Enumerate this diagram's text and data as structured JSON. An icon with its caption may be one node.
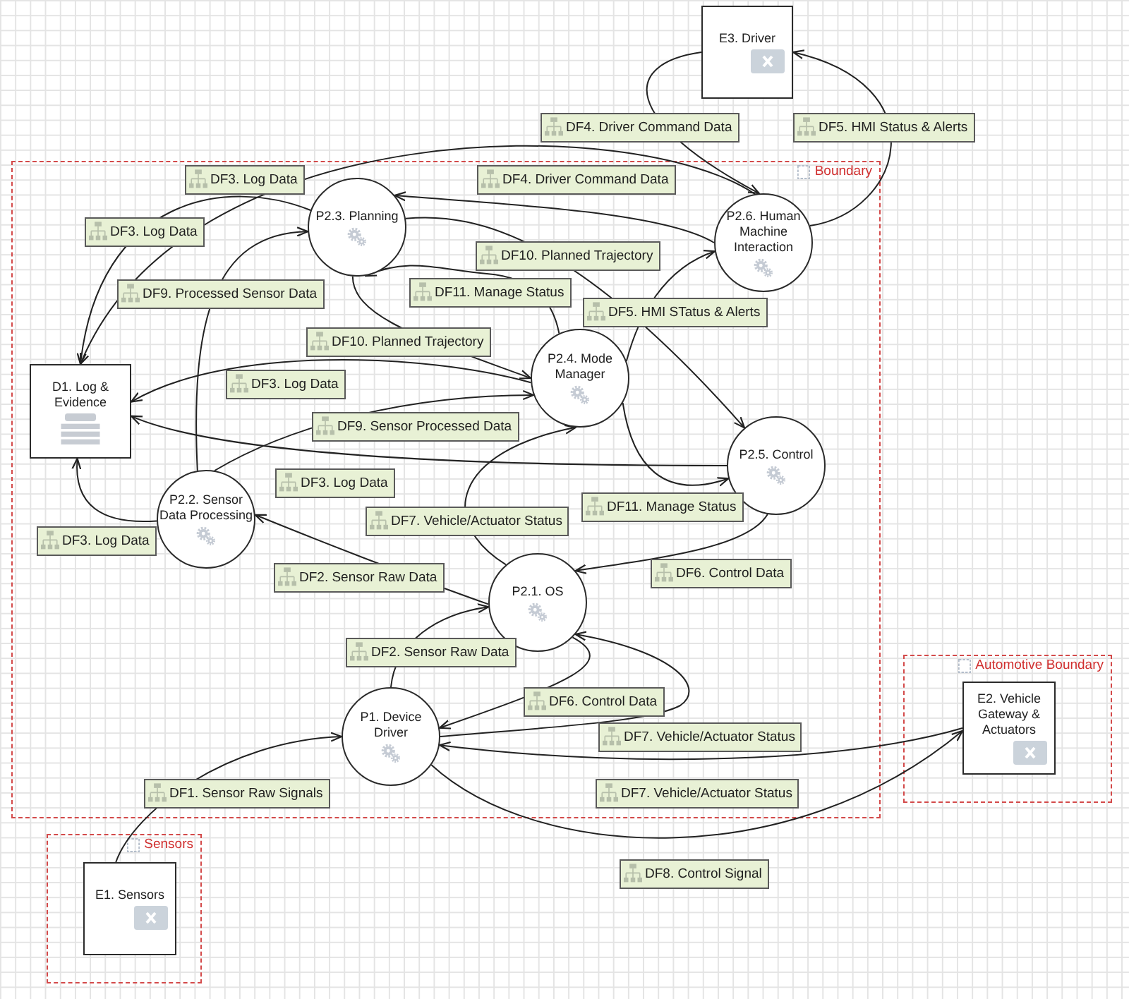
{
  "diagram": {
    "nodes": [
      {
        "text": [
          "E3. Driver"
        ]
      },
      {
        "text": [
          "Boundary"
        ]
      },
      {
        "text": [
          "P2.3. Planning"
        ],
        "in": 1
      },
      {
        "text": [
          "P2.6. Human Machine Interaction"
        ],
        "in": 1
      },
      {
        "text": [
          "D1. Log & Evidence"
        ],
        "in": 1
      },
      {
        "text": [
          "P2.4. Mode Manager"
        ],
        "in": 1
      },
      {
        "text": [
          "P2.5. Control"
        ],
        "in": 1
      },
      {
        "text": [
          "P2.2. Sensor Data Processing"
        ],
        "in": 1
      },
      {
        "text": [
          "P2.1. OS"
        ],
        "in": 1
      },
      {
        "text": [
          "P1. Device Driver"
        ],
        "in": 1
      },
      {
        "text": [
          "Automotive Boundary"
        ]
      },
      {
        "text": [
          "E2. Vehicle Gateway & Actuators"
        ],
        "in": 10
      },
      {
        "text": [
          "Sensors"
        ]
      },
      {
        "text": [
          "E1. Sensors"
        ],
        "in": 12
      }
    ],
    "edges": [
      {
        "from": 0,
        "to": 3,
        "arrow": "to",
        "label": "DF4. Driver Command Data"
      },
      {
        "from": 3,
        "to": 0,
        "arrow": "to",
        "label": "DF5. HMI Status & Alerts"
      },
      {
        "from": 3,
        "to": 4,
        "arrow": "to",
        "label": "DF3. Log Data"
      },
      {
        "from": 3,
        "to": 2,
        "arrow": "to",
        "label": "DF4. Driver Command Data"
      },
      {
        "from": 2,
        "to": 4,
        "arrow": "to",
        "label": "DF3. Log Data"
      },
      {
        "from": 2,
        "to": 6,
        "arrow": "to",
        "label": "DF10. Planned Trajectory"
      },
      {
        "from": 7,
        "to": 2,
        "arrow": "to",
        "label": "DF9. Processed Sensor Data"
      },
      {
        "from": 5,
        "to": 2,
        "arrow": "to",
        "label": "DF11. Manage Status"
      },
      {
        "from": 5,
        "to": 3,
        "arrow": "to",
        "label": "DF5. HMI STatus & Alerts"
      },
      {
        "from": 2,
        "to": 5,
        "arrow": "to",
        "label": "DF10. Planned Trajectory"
      },
      {
        "from": 5,
        "to": 4,
        "arrow": "to",
        "label": "DF3. Log Data"
      },
      {
        "from": 7,
        "to": 5,
        "arrow": "to",
        "label": "DF9. Sensor Processed Data"
      },
      {
        "from": 6,
        "to": 4,
        "arrow": "to",
        "label": "DF3. Log Data"
      },
      {
        "from": 8,
        "to": 5,
        "arrow": "to",
        "label": "DF7. Vehicle/Actuator Status"
      },
      {
        "from": 5,
        "to": 6,
        "arrow": "to",
        "label": "DF11. Manage Status"
      },
      {
        "from": 7,
        "to": 4,
        "arrow": "to",
        "label": "DF3. Log Data"
      },
      {
        "from": 8,
        "to": 7,
        "arrow": "to",
        "label": "DF2. Sensor Raw Data"
      },
      {
        "from": 6,
        "to": 8,
        "arrow": "to",
        "label": "DF6. Control Data"
      },
      {
        "from": 9,
        "to": 8,
        "arrow": "to",
        "label": "DF2. Sensor Raw Data"
      },
      {
        "from": 8,
        "to": 9,
        "arrow": "to",
        "label": "DF6. Control Data"
      },
      {
        "from": 9,
        "to": 8,
        "arrow": "to",
        "label": "DF7. Vehicle/Actuator Status"
      },
      {
        "from": 13,
        "to": 9,
        "arrow": "to",
        "label": "DF1. Sensor Raw Signals"
      },
      {
        "from": 11,
        "to": 9,
        "arrow": "to",
        "label": "DF7. Vehicle/Actuator Status"
      },
      {
        "from": 9,
        "to": 11,
        "arrow": "to",
        "label": "DF8. Control Signal"
      }
    ]
  }
}
